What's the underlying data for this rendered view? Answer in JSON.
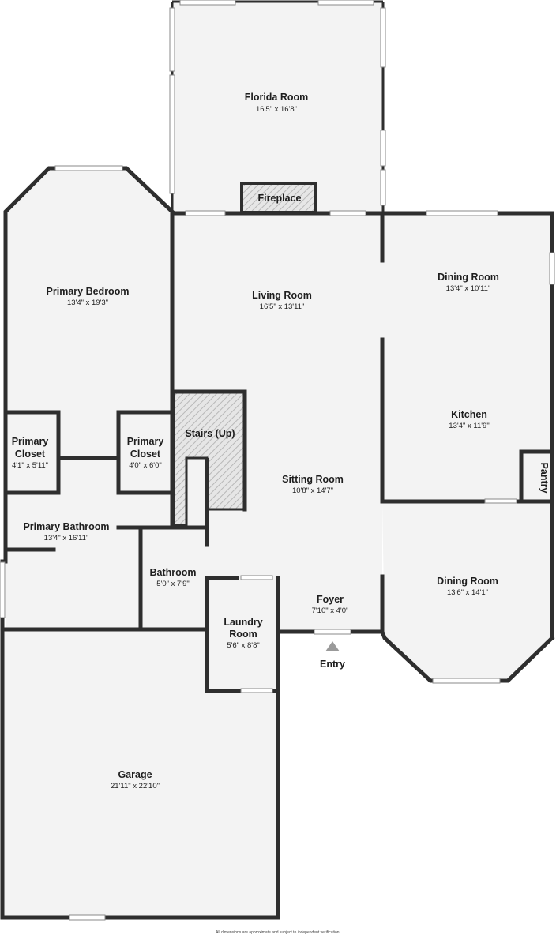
{
  "rooms": {
    "florida_room": {
      "name": "Florida Room",
      "dims": "16'5\" x 16'8\""
    },
    "fireplace": {
      "name": "Fireplace"
    },
    "primary_bedroom": {
      "name": "Primary Bedroom",
      "dims": "13'4\" x 19'3\""
    },
    "living_room": {
      "name": "Living Room",
      "dims": "16'5\" x 13'11\""
    },
    "dining_room_1": {
      "name": "Dining Room",
      "dims": "13'4\" x 10'11\""
    },
    "kitchen": {
      "name": "Kitchen",
      "dims": "13'4\" x 11'9\""
    },
    "pantry": {
      "name": "Pantry"
    },
    "stairs": {
      "name": "Stairs (Up)"
    },
    "primary_closet_1": {
      "name_line1": "Primary",
      "name_line2": "Closet",
      "dims": "4'1\" x 5'11\""
    },
    "primary_closet_2": {
      "name_line1": "Primary",
      "name_line2": "Closet",
      "dims": "4'0\" x 6'0\""
    },
    "sitting_room": {
      "name": "Sitting Room",
      "dims": "10'8\" x 14'7\""
    },
    "primary_bathroom": {
      "name": "Primary Bathroom",
      "dims": "13'4\" x 16'11\""
    },
    "bathroom": {
      "name": "Bathroom",
      "dims": "5'0\" x 7'9\""
    },
    "foyer": {
      "name": "Foyer",
      "dims": "7'10\" x 4'0\""
    },
    "dining_room_2": {
      "name": "Dining Room",
      "dims": "13'6\" x 14'1\""
    },
    "laundry_room": {
      "name_line1": "Laundry",
      "name_line2": "Room",
      "dims": "5'6\" x 8'8\""
    },
    "garage": {
      "name": "Garage",
      "dims": "21'11\" x 22'10\""
    }
  },
  "entry": {
    "label": "Entry"
  },
  "footnote": "All dimensions are approximate and subject to independent verification.",
  "colors": {
    "floor": "#f3f3f3",
    "wall": "#2e2e2e",
    "stairs_hatch": "#b8b8b8"
  }
}
